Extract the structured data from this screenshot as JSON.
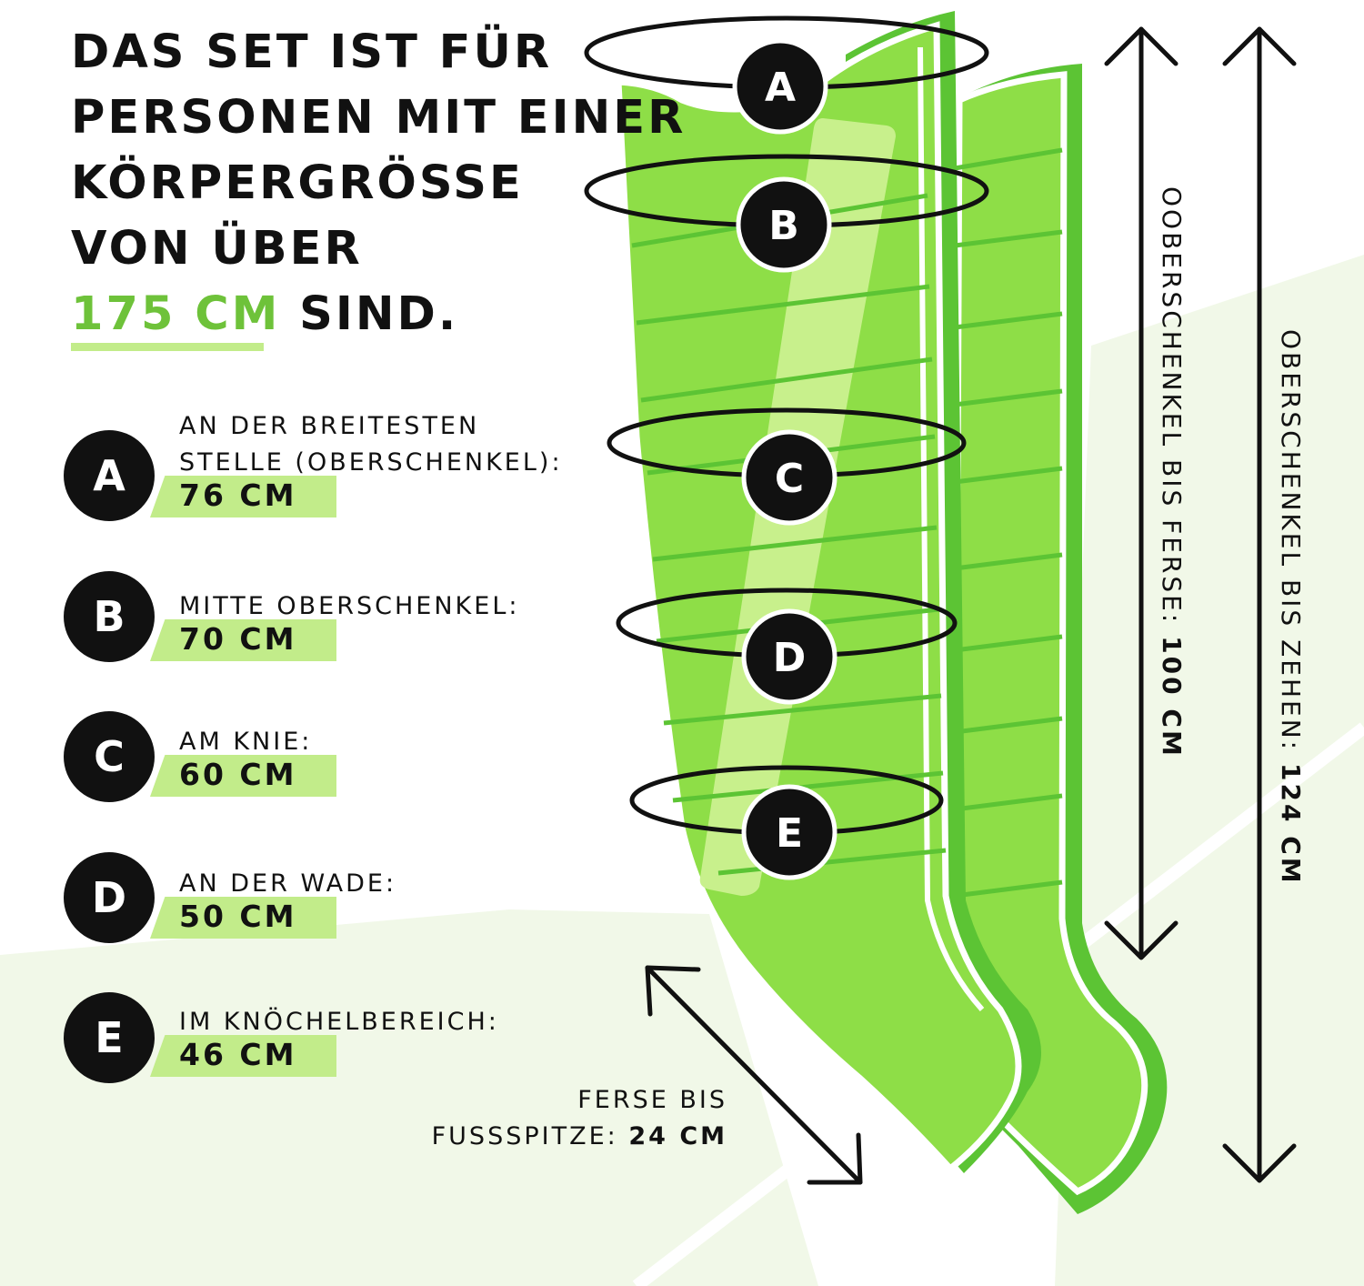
{
  "headline": {
    "line1": "DAS SET IST FÜR",
    "line2": "PERSONEN MIT EINER",
    "line3": "KÖRPERGRÖSSE",
    "line4": "VON ÜBER",
    "highlight": "175 CM",
    "end": "SIND."
  },
  "measurements": [
    {
      "letter": "A",
      "label_line1": "AN DER BREITESTEN",
      "label_line2": "STELLE (OBERSCHENKEL):",
      "value": "76 CM"
    },
    {
      "letter": "B",
      "label_line1": "MITTE OBERSCHENKEL:",
      "label_line2": "",
      "value": "70 CM"
    },
    {
      "letter": "C",
      "label_line1": "AM KNIE:",
      "label_line2": "",
      "value": "60 CM"
    },
    {
      "letter": "D",
      "label_line1": "AN DER WADE:",
      "label_line2": "",
      "value": "50 CM"
    },
    {
      "letter": "E",
      "label_line1": "IM KNÖCHELBEREICH:",
      "label_line2": "",
      "value": "46 CM"
    }
  ],
  "foot": {
    "line1": "FERSE BIS",
    "line2": "FUSSSPITZE:",
    "value": "24 CM"
  },
  "heel_length": {
    "label": "OOBERSCHENKEL BIS FERSE:",
    "value": "100 CM"
  },
  "toe_length": {
    "label": "OBERSCHENKEL BIS ZEHEN:",
    "value": "124 CM"
  },
  "colors": {
    "accent": "#6ec23a",
    "highlight": "#c2ec8a",
    "sleeve": "#8ede47",
    "sleeve_dark": "#5cc434",
    "ink": "#111111"
  }
}
